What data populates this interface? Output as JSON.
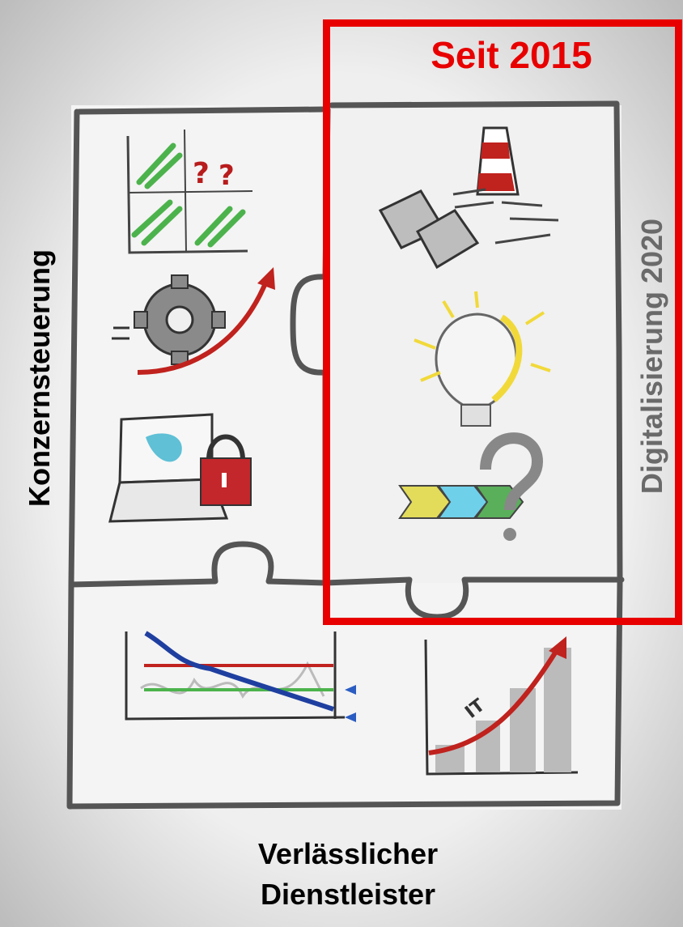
{
  "labels": {
    "since": "Seit 2015",
    "left_vertical": "Konzernsteuerung",
    "right_vertical": "Digitalisierung 2020",
    "bottom_line1": "Verlässlicher",
    "bottom_line2": "Dienstleister"
  },
  "sketch_text": {
    "it": "IT"
  },
  "colors": {
    "highlight_red": "#e80000",
    "puzzle_outline": "#555555",
    "green": "#4cb34c",
    "blue": "#1f3fa0",
    "dark_red": "#b81c1c"
  }
}
